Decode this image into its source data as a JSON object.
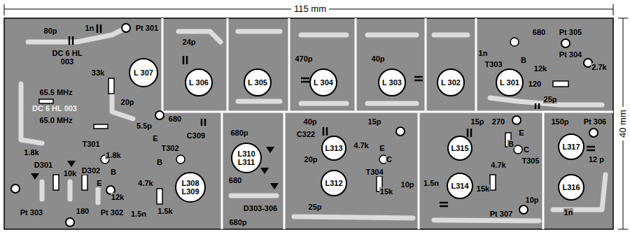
{
  "diagram": {
    "nodes": [
      {
        "text": [
          "L 307"
        ]
      },
      {
        "text": [
          "L 306"
        ]
      },
      {
        "text": [
          "L 305"
        ]
      },
      {
        "text": [
          "L 304"
        ]
      },
      {
        "text": [
          "L 303"
        ]
      },
      {
        "text": [
          "L 302"
        ]
      },
      {
        "text": [
          "L 301"
        ]
      },
      {
        "text": [
          "L308 L309"
        ]
      },
      {
        "text": [
          "L310 L311"
        ]
      },
      {
        "text": [
          "L313"
        ]
      },
      {
        "text": [
          "L312"
        ]
      },
      {
        "text": [
          "L315"
        ]
      },
      {
        "text": [
          "L314"
        ]
      },
      {
        "text": [
          "L317"
        ]
      },
      {
        "text": [
          "L316"
        ]
      }
    ],
    "labels": [
      "115 mm",
      "40 mm",
      "80p",
      "1n",
      "Pt 301",
      "DC 6 HL 003",
      "33k",
      "20p",
      "65.5 MHz",
      "DC 6 HL 003",
      "65.0 MHz",
      "5.5p",
      "680",
      "1.8k",
      "D301",
      "T301",
      "1.8k",
      "D302",
      "10k",
      "12k",
      "4.7k",
      "T302",
      "E",
      "B",
      "E",
      "B",
      "C309",
      "1.5n",
      "1.5k",
      "Pt 303",
      "180",
      "Pt 302",
      "24p",
      "470p",
      "40p",
      "1n",
      "T303",
      "B",
      "680",
      "Pt 305",
      "12k",
      "Pt 304",
      "2.7k",
      "120",
      "25p",
      "680p",
      "680",
      "D303-306",
      "680p",
      "40p",
      "C322",
      "20p",
      "25p",
      "15p",
      "4.7k",
      "E",
      "C",
      "T304",
      "15k",
      "10p",
      "15p",
      "270",
      "1.5n",
      "E",
      "B",
      "C",
      "4.7k",
      "T305",
      "15k",
      "10p",
      "Pt 307",
      "150p",
      "Pt 306",
      "12 p",
      "1n"
    ]
  }
}
